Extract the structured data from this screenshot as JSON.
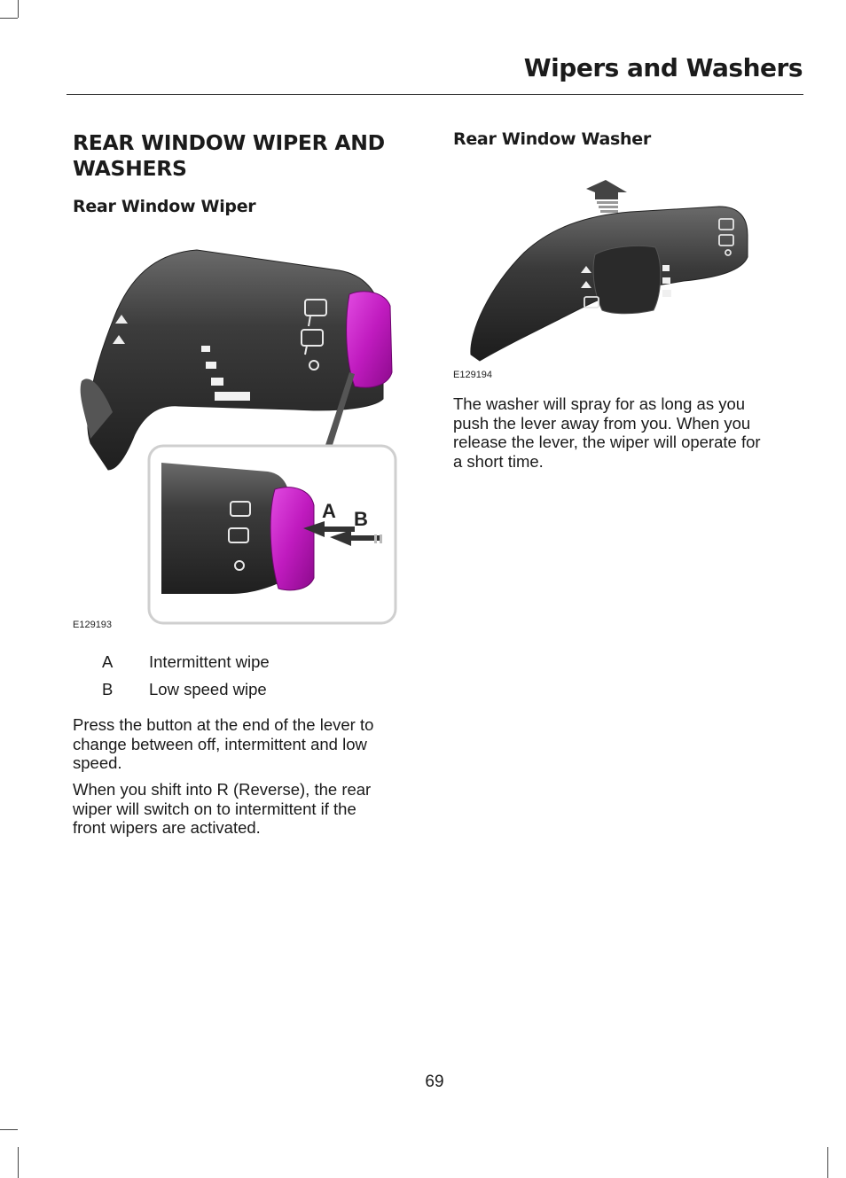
{
  "header": {
    "title": "Wipers and Washers"
  },
  "left": {
    "section_title_line1": "REAR WINDOW WIPER AND",
    "section_title_line2": "WASHERS",
    "subtitle": "Rear Window Wiper",
    "figure_code": "E129193",
    "callouts": {
      "a": "A",
      "b": "B"
    },
    "legend": [
      {
        "key": "A",
        "value": "Intermittent wipe"
      },
      {
        "key": "B",
        "value": "Low speed wipe"
      }
    ],
    "para1_lines": [
      "Press the button at the end of the lever to",
      "change between off, intermittent and low",
      "speed."
    ],
    "para2_lines": [
      "When you shift into R (Reverse), the rear",
      "wiper will switch on to intermittent if the",
      "front wipers are activated."
    ]
  },
  "right": {
    "subtitle": "Rear Window Washer",
    "figure_code": "E129194",
    "para_lines": [
      "The washer will spray for as long as you",
      "push the lever away from you. When you",
      "release the lever, the wiper will operate for",
      "a short time."
    ]
  },
  "footer": {
    "page_number": "69"
  },
  "colors": {
    "lever_dark": "#3a3a3a",
    "button_magenta": "#c21cc2",
    "text": "#1a1a1a"
  }
}
